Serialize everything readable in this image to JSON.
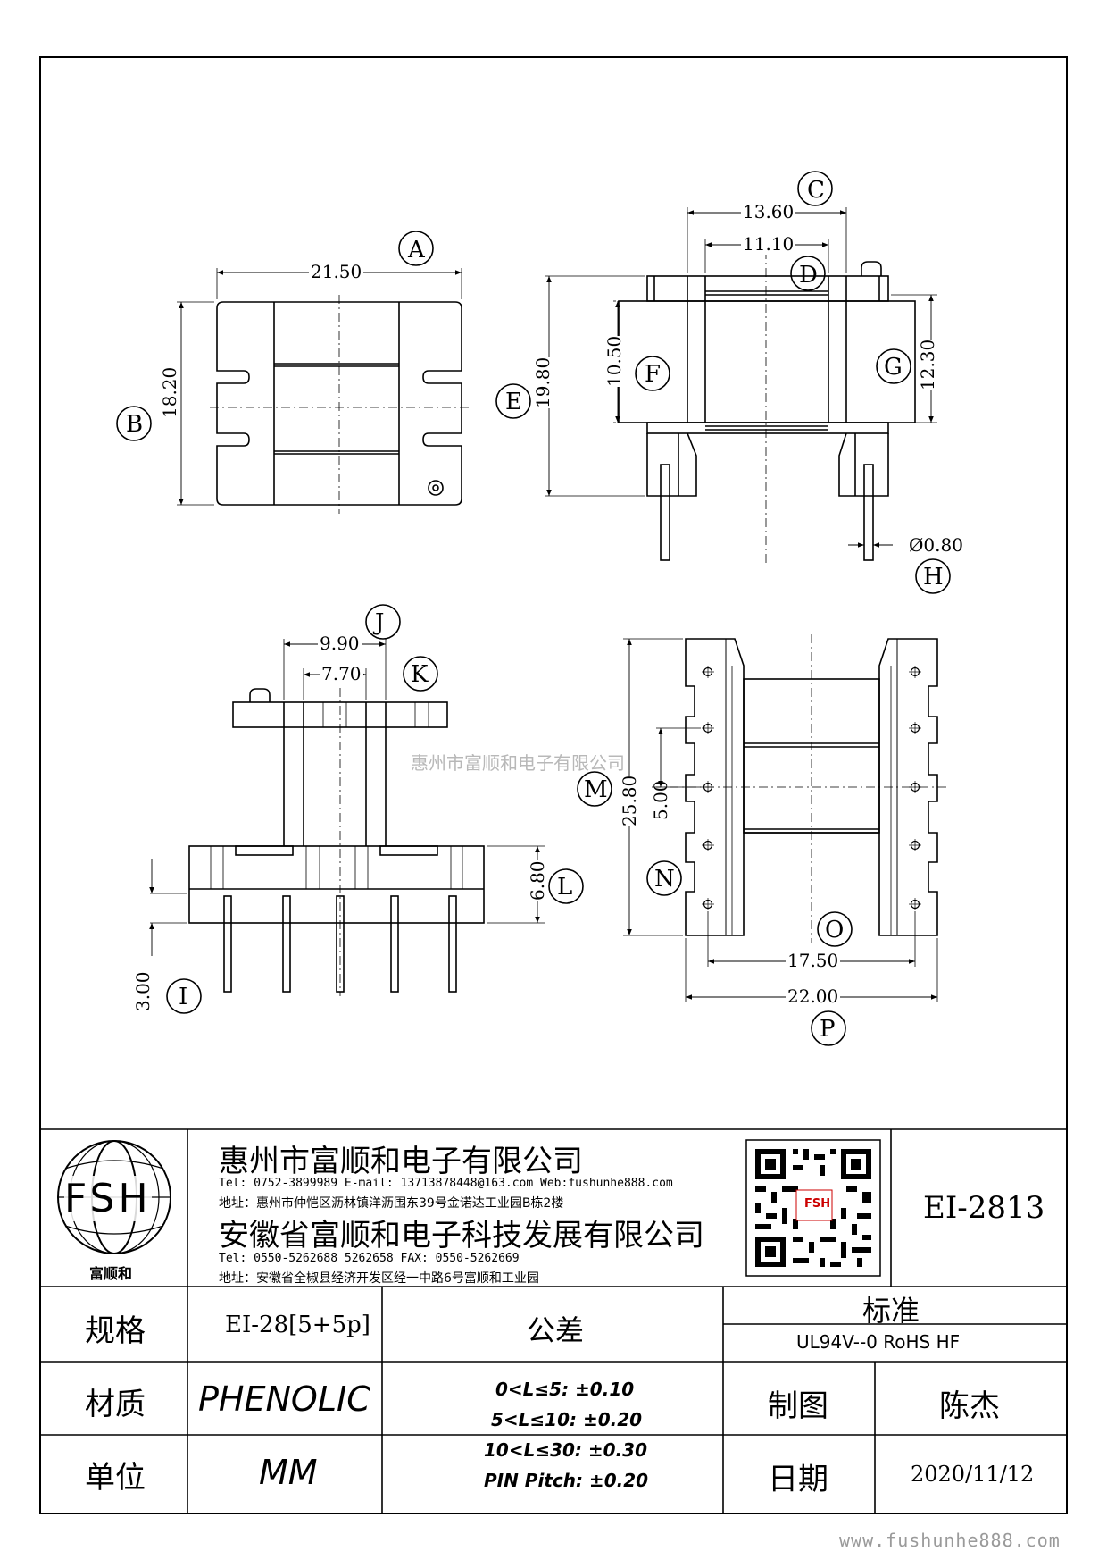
{
  "watermark_center": "惠州市富顺和电子有限公司",
  "watermark_bottom": "www.fushunhe888.com",
  "views": {
    "top": {
      "dim_width": "21.50",
      "dim_height": "18.20",
      "label_width": "A",
      "label_height": "B"
    },
    "front": {
      "dim_outer": "13.60",
      "dim_inner": "11.10",
      "dim_total_height": "19.80",
      "dim_core_height": "10.50",
      "dim_flange_height": "12.30",
      "dim_pin": "Ø0.80",
      "label_outer": "C",
      "label_inner": "D",
      "label_total_height": "E",
      "label_core_height": "F",
      "label_flange_height": "G",
      "label_pin": "H"
    },
    "side": {
      "dim_outer": "9.90",
      "dim_inner": "7.70",
      "dim_base": "6.80",
      "dim_pin_length": "3.00",
      "label_outer": "J",
      "label_inner": "K",
      "label_base": "L",
      "label_pin_length": "I"
    },
    "bottom": {
      "dim_height": "25.80",
      "dim_pitch": "5.00",
      "dim_pin_span": "17.50",
      "dim_width": "22.00",
      "label_height": "M",
      "label_pitch": "N",
      "label_pin_span": "O",
      "label_width": "P"
    }
  },
  "title_block": {
    "logo_text": "FSH",
    "logo_caption": "富顺和",
    "company1": "惠州市富顺和电子有限公司",
    "company1_contact": "Tel:  0752-3899989  E-mail: 13713878448@163.com  Web:fushunhe888.com",
    "company1_address": "地址：惠州市仲恺区沥林镇洋沥围东39号金诺达工业园B栋2楼",
    "company2": "安徽省富顺和电子科技发展有限公司",
    "company2_contact": "Tel:  0550-5262688  5262658     FAX: 0550-5262669",
    "company2_address": "地址：安徽省全椒县经济开发区经一中路6号富顺和工业园",
    "qr_badge": "FSH",
    "part_number": "EI-2813",
    "spec_label": "规格",
    "spec_value": "EI-28[5+5p]",
    "material_label": "材质",
    "material_value": "PHENOLIC",
    "unit_label": "单位",
    "unit_value": "MM",
    "tolerance_label": "公差",
    "tolerances": [
      "0<L≤5: ±0.10",
      "5<L≤10: ±0.20",
      "10<L≤30: ±0.30",
      "PIN Pitch: ±0.20"
    ],
    "standard_label": "标准",
    "standard_value": "UL94V--0  RoHS HF",
    "drawn_label": "制图",
    "drawn_value": "陈杰",
    "date_label": "日期",
    "date_value": "2020/11/12"
  }
}
